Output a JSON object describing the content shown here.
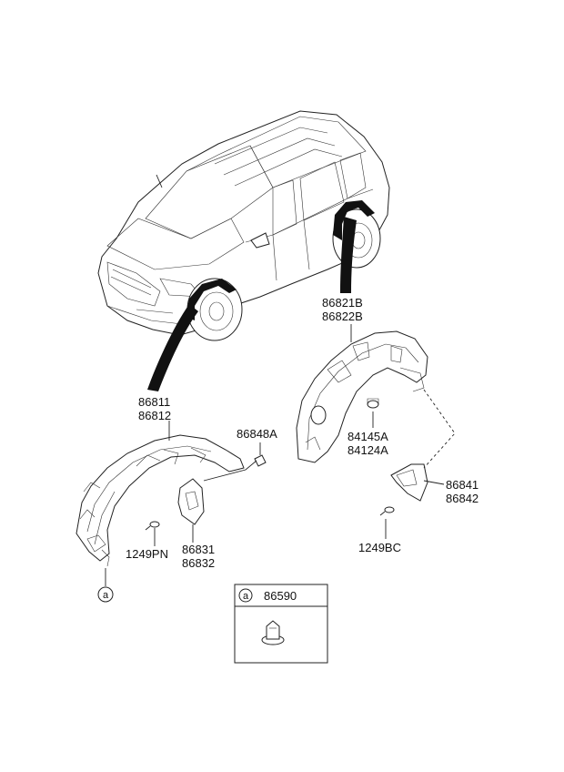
{
  "callout_marker": "a",
  "parts": {
    "front_liner": [
      "86811",
      "86812"
    ],
    "front_clip": "86848A",
    "front_screw": "1249PN",
    "front_mudguard": [
      "86831",
      "86832"
    ],
    "rear_liner": [
      "86821B",
      "86822B"
    ],
    "rear_nut": [
      "84145A",
      "84124A"
    ],
    "rear_mudguard": [
      "86841",
      "86842"
    ],
    "rear_screw": "1249BC"
  },
  "detail_box": {
    "marker": "a",
    "part_number": "86590"
  }
}
